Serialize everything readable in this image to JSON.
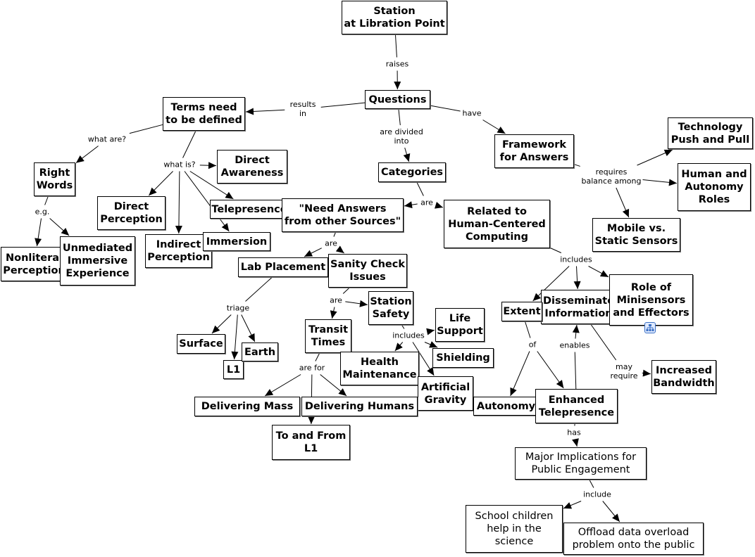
{
  "concepts": {
    "station": "Station\nat Libration Point",
    "questions": "Questions",
    "terms": "Terms need\nto be defined",
    "framework": "Framework\nfor Answers",
    "tech": "Technology\nPush and Pull",
    "human_autonomy": "Human and\nAutonomy\nRoles",
    "mobile": "Mobile vs.\nStatic Sensors",
    "categories": "Categories",
    "right_words": "Right\nWords",
    "direct_awareness": "Direct\nAwareness",
    "direct_perception": "Direct\nPerception",
    "telepresence": "Telepresence",
    "immersion": "Immersion",
    "indirect": "Indirect\nPerception",
    "need_answers": "\"Need Answers\nfrom other Sources\"",
    "related": "Related to\nHuman-Centered\nComputing",
    "nonliteral": "Nonliteral\nPerception",
    "unmediated": "Unmediated\nImmersive\nExperience",
    "lab": "Lab Placement",
    "sanity": "Sanity Check\nIssues",
    "station_safety": "Station\nSafety",
    "transit": "Transit\nTimes",
    "surface": "Surface",
    "earth": "Earth",
    "l1": "L1",
    "health": "Health\nMaintenance",
    "life": "Life\nSupport",
    "shielding": "Shielding",
    "artificial": "Artificial\nGravity",
    "extent": "Extent",
    "disseminate": "Disseminate\nInformation",
    "role": "Role of\nMinisensors\nand Effectors",
    "autonomy": "Autonomy",
    "enhanced": "Enhanced\nTelepresence",
    "bandwidth": "Increased\nBandwidth",
    "delivering_humans": "Delivering Humans",
    "delivering_mass": "Delivering Mass",
    "to_from": "To and From\nL1",
    "major": "Major Implications for\nPublic Engagement",
    "school": "School children\nhelp in the\nscience",
    "offload": "Offload data overload\nproblem onto the public"
  },
  "links": [
    {
      "label": "raises",
      "from": "station",
      "to": [
        "questions"
      ]
    },
    {
      "label": "results\nin",
      "from": "questions",
      "to": [
        "terms"
      ]
    },
    {
      "label": "have",
      "from": "questions",
      "to": [
        "framework"
      ]
    },
    {
      "label": "are divided\ninto",
      "from": "questions",
      "to": [
        "categories"
      ]
    },
    {
      "label": "what are?",
      "from": "terms",
      "to": [
        "right_words"
      ]
    },
    {
      "label": "what is?",
      "from": "terms",
      "to": [
        "direct_awareness",
        "direct_perception",
        "indirect",
        "telepresence",
        "immersion"
      ]
    },
    {
      "label": "e.g.",
      "from": "right_words",
      "to": [
        "nonliteral",
        "unmediated"
      ]
    },
    {
      "label": "requires\nbalance among",
      "from": "framework",
      "to": [
        "tech",
        "human_autonomy",
        "mobile"
      ]
    },
    {
      "label": "are",
      "from": "categories",
      "to": [
        "need_answers",
        "related"
      ]
    },
    {
      "label": "are",
      "from": "need_answers",
      "to": [
        "lab",
        "sanity"
      ]
    },
    {
      "label": "includes",
      "from": "related",
      "to": [
        "extent",
        "disseminate",
        "role"
      ]
    },
    {
      "label": "triage",
      "from": "lab",
      "to": [
        "surface",
        "l1",
        "earth"
      ]
    },
    {
      "label": "are",
      "from": "sanity",
      "to": [
        "transit",
        "station_safety"
      ]
    },
    {
      "label": "includes",
      "from": "station_safety",
      "to": [
        "life",
        "shielding",
        "health",
        "artificial"
      ]
    },
    {
      "label": "are for",
      "from": "transit",
      "to": [
        "delivering_mass",
        "to_from",
        "delivering_humans"
      ]
    },
    {
      "label": "of",
      "from": "extent",
      "to": [
        "autonomy",
        "enhanced"
      ]
    },
    {
      "label": "enables",
      "from": "enhanced",
      "to": [
        "disseminate"
      ]
    },
    {
      "label": "may\nrequire",
      "from": "disseminate",
      "to": [
        "bandwidth"
      ]
    },
    {
      "label": "has",
      "from": "enhanced",
      "to": [
        "major"
      ]
    },
    {
      "label": "include",
      "from": "major",
      "to": [
        "school",
        "offload"
      ]
    }
  ],
  "plain_concepts": [
    "major",
    "school",
    "offload"
  ],
  "icons": {
    "role_submap": "concept-map-icon"
  },
  "colors": {
    "line": "#000000",
    "border": "#000000",
    "icon": "#3a6fc4"
  }
}
